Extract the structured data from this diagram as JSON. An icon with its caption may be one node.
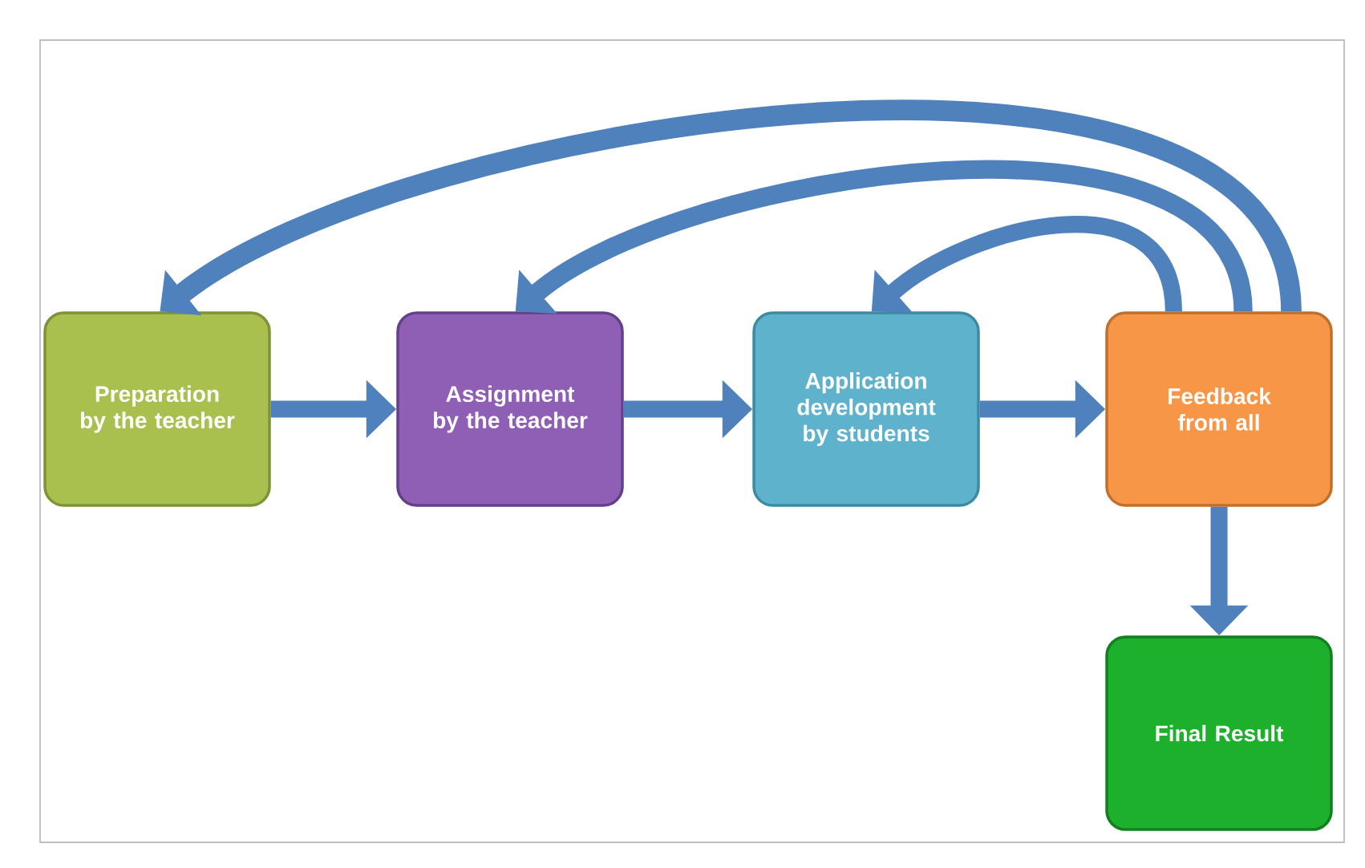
{
  "diagram": {
    "nodes": [
      {
        "text": [
          "Preparation by the teacher"
        ]
      },
      {
        "text": [
          "Assignment by the teacher"
        ]
      },
      {
        "text": [
          "Application development by students"
        ]
      },
      {
        "text": [
          "Feedback from all"
        ]
      },
      {
        "text": [
          "Final Result"
        ]
      }
    ],
    "edges": [
      {
        "from": 0,
        "to": 1,
        "arrow": "to"
      },
      {
        "from": 1,
        "to": 2,
        "arrow": "to"
      },
      {
        "from": 2,
        "to": 3,
        "arrow": "to"
      },
      {
        "from": 3,
        "to": 4,
        "arrow": "to"
      },
      {
        "from": 3,
        "to": 0,
        "arrow": "to"
      },
      {
        "from": 3,
        "to": 1,
        "arrow": "to"
      },
      {
        "from": 3,
        "to": 2,
        "arrow": "to"
      }
    ]
  }
}
